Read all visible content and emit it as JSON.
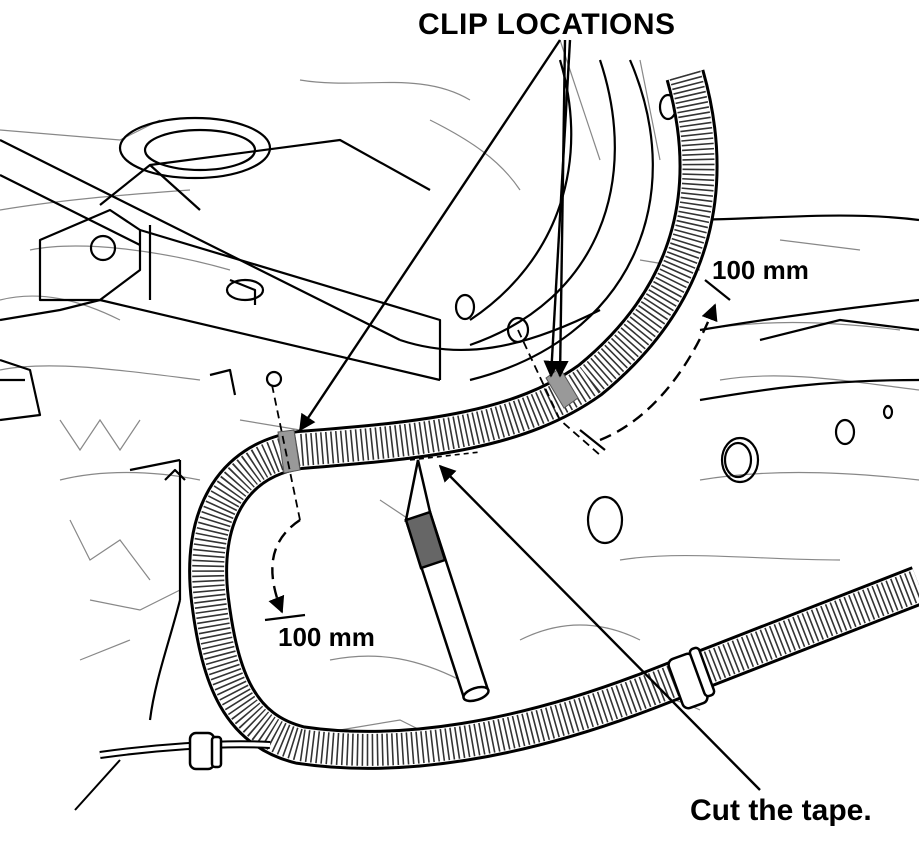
{
  "labels": {
    "clip_locations": "CLIP LOCATIONS",
    "dim_upper": "100 mm",
    "dim_lower": "100 mm",
    "cut_instruction": "Cut the tape."
  }
}
